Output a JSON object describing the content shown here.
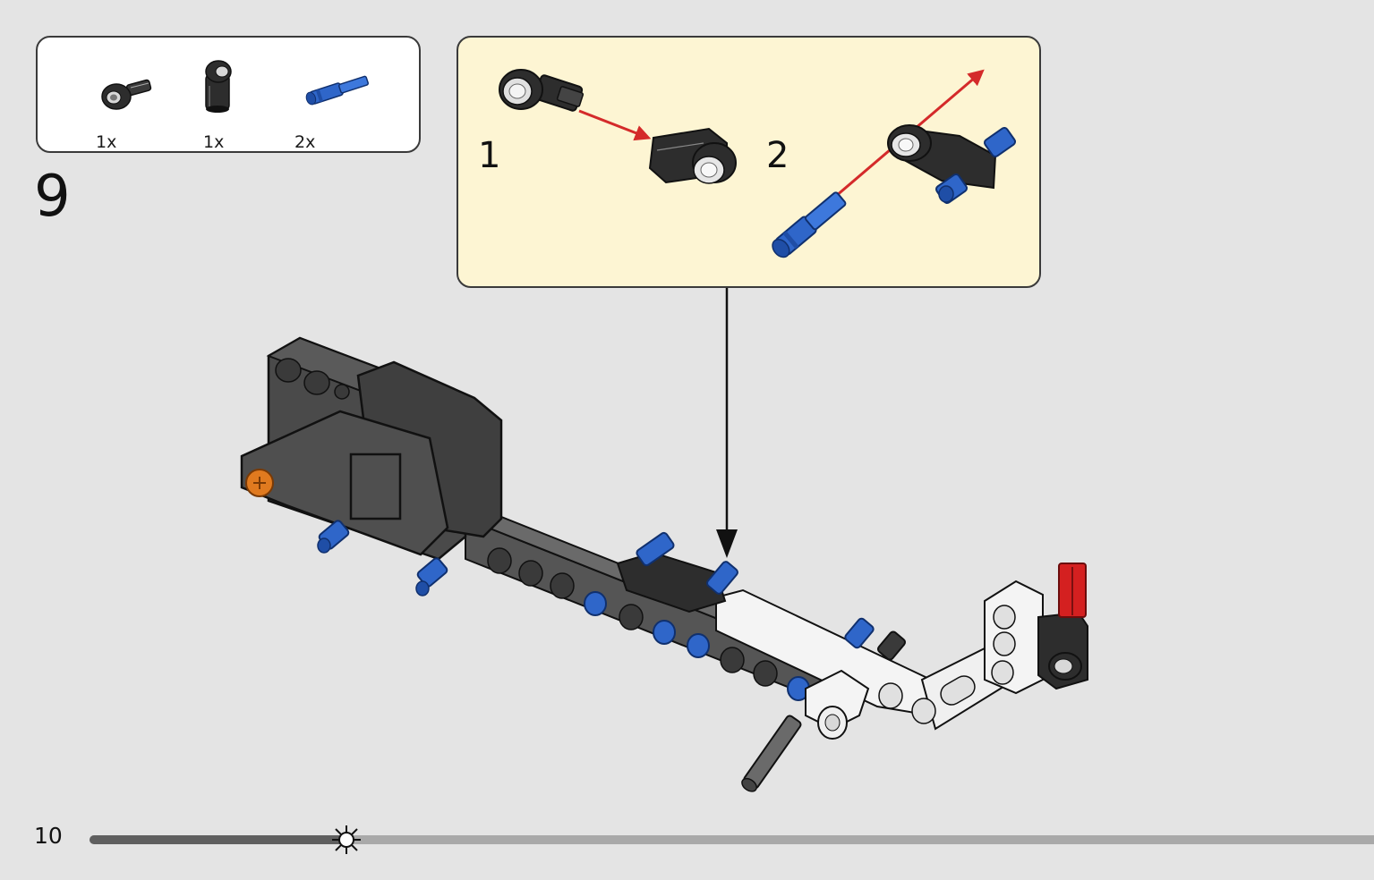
{
  "parts_list": [
    {
      "name": "axle-connector",
      "color": "#2d2d2d",
      "quantity": "1x"
    },
    {
      "name": "angled-connector",
      "color": "#2d2d2d",
      "quantity": "1x"
    },
    {
      "name": "axle-pin",
      "color": "#2f66c9",
      "quantity": "2x"
    }
  ],
  "step": {
    "number": "9"
  },
  "callout": {
    "substeps": [
      {
        "label": "1"
      },
      {
        "label": "2"
      }
    ]
  },
  "page": {
    "number": "10"
  },
  "progress": {
    "fraction": 0.2
  }
}
